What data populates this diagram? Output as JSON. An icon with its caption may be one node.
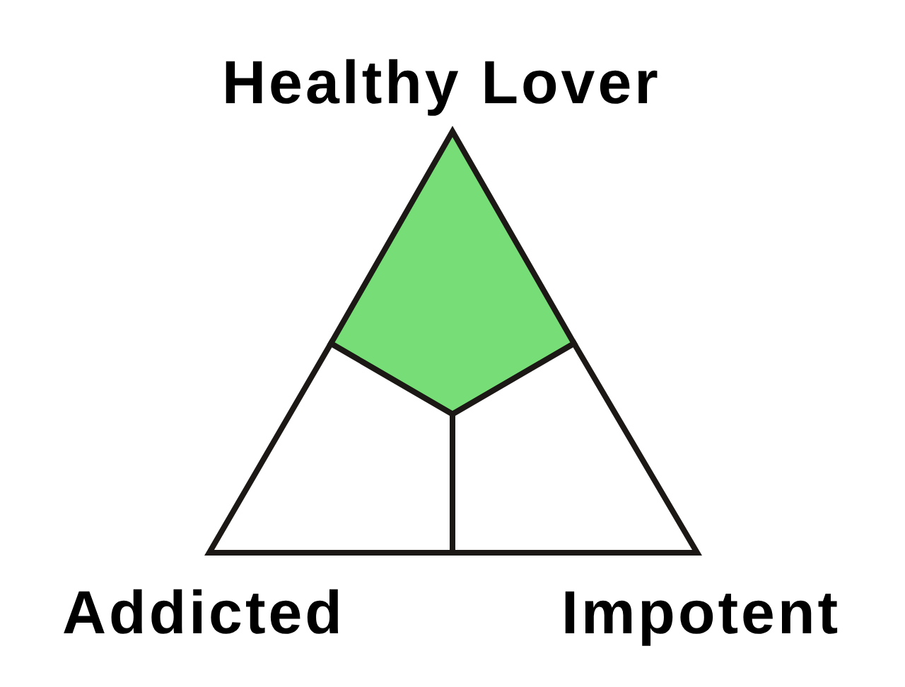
{
  "diagram": {
    "labels": [
      "Healthy Lover",
      "Addicted",
      "Impotent"
    ]
  }
}
